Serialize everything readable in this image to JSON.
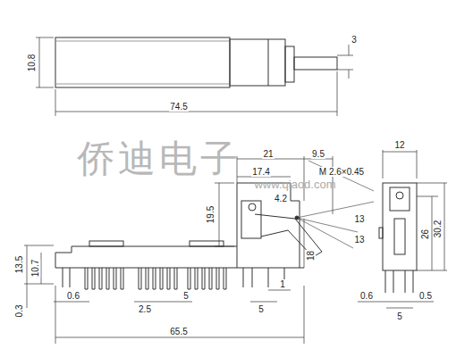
{
  "diagram": {
    "labels": [
      "10.8",
      "3",
      "74.5",
      "12",
      "21",
      "9.5",
      "17.4",
      "M 2.6×0.45",
      "4.2",
      "19.5",
      "13",
      "13",
      "18",
      "26",
      "30.2",
      "13.5",
      "10.7",
      "0.3",
      "0.6",
      "2.5",
      "5",
      "1",
      "5",
      "65.5",
      "0.6",
      "0.5",
      "5",
      "侨迪电子",
      "www.qiaod.com"
    ]
  }
}
